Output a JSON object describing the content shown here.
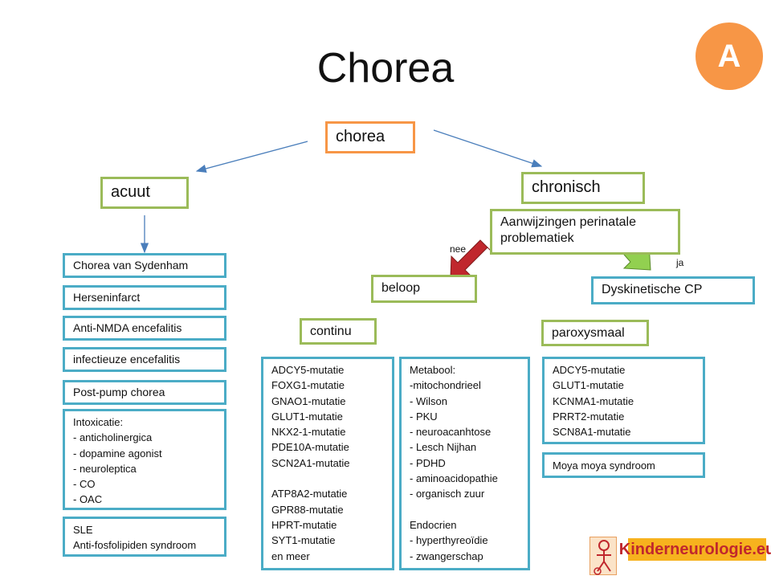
{
  "title": "Chorea",
  "badge": "A",
  "nodes": {
    "root": "chorea",
    "acuut": "acuut",
    "chronisch": "chronisch",
    "perinatal": "Aanwijzingen perinatale problematiek",
    "beloop": "beloop",
    "dyskinetic": "Dyskinetische CP",
    "continu": "continu",
    "paroxysmaal": "paroxysmaal"
  },
  "labels": {
    "nee": "nee",
    "ja": "ja"
  },
  "acute_causes": [
    "Chorea van Sydenham",
    "Herseninfarct",
    "Anti-NMDA encefalitis",
    "infectieuze encefalitis",
    "Post-pump chorea",
    "Intoxicatie:\n- anticholinergica\n- dopamine agonist\n- neuroleptica\n- CO\n- OAC",
    "SLE\nAnti-fosfolipiden syndroom"
  ],
  "continu_genetic": "ADCY5-mutatie\nFOXG1-mutatie\nGNAO1-mutatie\nGLUT1-mutatie\nNKX2-1-mutatie\nPDE10A-mutatie\nSCN2A1-mutatie\n\nATP8A2-mutatie\nGPR88-mutatie\nHPRT-mutatie\nSYT1-mutatie\nen meer",
  "continu_metabolic": "Metabool:\n-mitochondrieel\n- Wilson\n- PKU\n- neuroacanhtose\n- Lesch Nijhan\n- PDHD\n- aminoacidopathie\n- organisch zuur\n\nEndocrien\n- hyperthyreoïdie\n- zwangerschap",
  "paroxysmal_genetic": "ADCY5-mutatie\nGLUT1-mutatie\nKCNMA1-mutatie\nPRRT2-mutatie\nSCN8A1-mutatie",
  "moya": "Moya moya syndroom",
  "logo": "Kinderneurologie.eu",
  "colors": {
    "green": "#9bbb59",
    "blue": "#4bacc6",
    "orange": "#f79646",
    "arrow_red": "#c0272d",
    "arrow_green": "#92d050"
  }
}
